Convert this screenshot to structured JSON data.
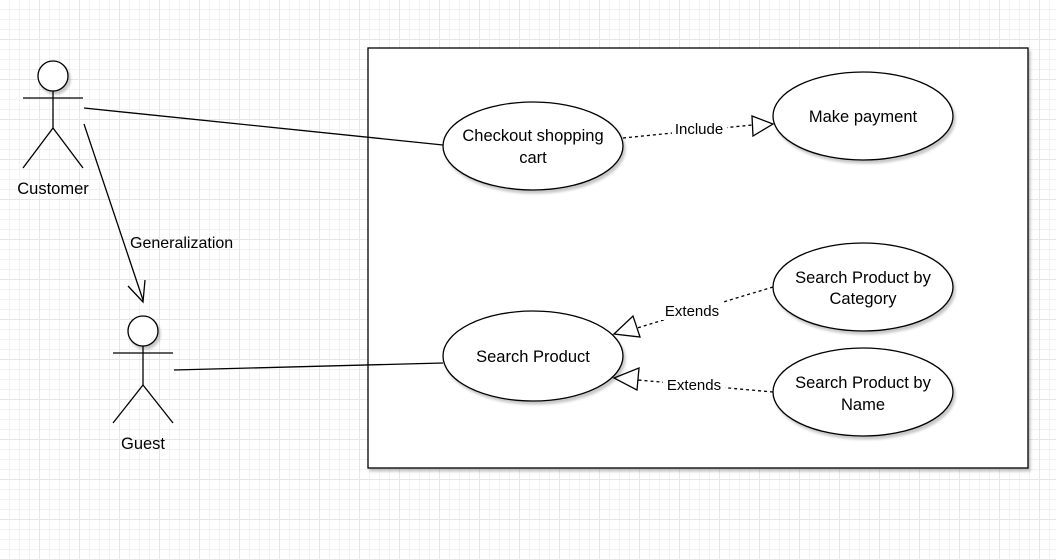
{
  "actors": {
    "customer": {
      "label": "Customer"
    },
    "guest": {
      "label": "Guest"
    }
  },
  "use_cases": {
    "checkout": {
      "line1": "Checkout shopping",
      "line2": "cart"
    },
    "payment": {
      "line1": "Make payment"
    },
    "search": {
      "line1": "Search Product"
    },
    "by_category": {
      "line1": "Search Product by",
      "line2": "Category"
    },
    "by_name": {
      "line1": "Search Product by",
      "line2": "Name"
    }
  },
  "relations": {
    "generalization": {
      "label": "Generalization"
    },
    "include": {
      "label": "Include"
    },
    "extends_category": {
      "label": "Extends"
    },
    "extends_name": {
      "label": "Extends"
    }
  }
}
